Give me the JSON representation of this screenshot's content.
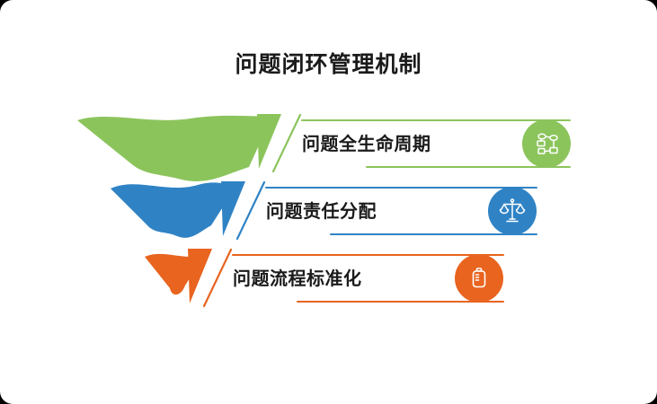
{
  "title": "问题闭环管理机制",
  "colors": {
    "background": "#FFFFFF",
    "text": "#1A1A1A",
    "green": "#8CC45C",
    "blue": "#2F83C5",
    "orange": "#E8641F",
    "icon": "#FFFFFF"
  },
  "rows": [
    {
      "label": "问题全生命周期",
      "color": "#8CC45C",
      "icon": "flowchart-icon"
    },
    {
      "label": "问题责任分配",
      "color": "#2F83C5",
      "icon": "scale-icon"
    },
    {
      "label": "问题流程标准化",
      "color": "#E8641F",
      "icon": "battery-icon"
    }
  ]
}
